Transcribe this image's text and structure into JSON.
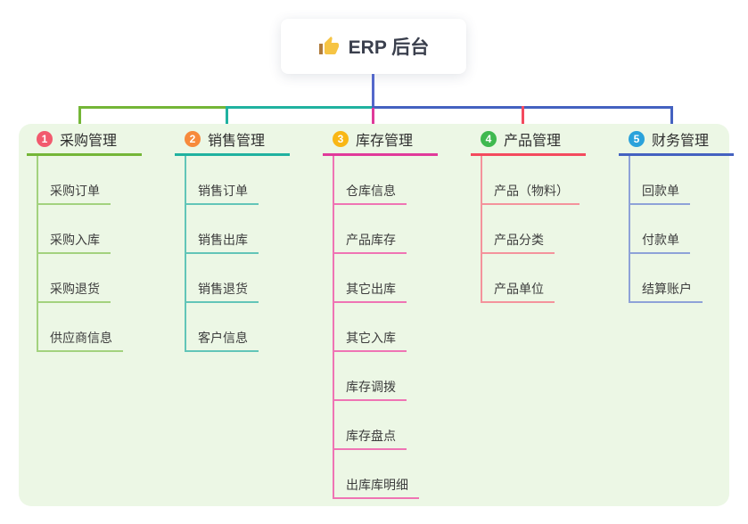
{
  "root": {
    "label": "ERP 后台",
    "icon": "thumbs-up-icon",
    "icon_color": "#f6c444",
    "icon_cuff_color": "#b07b3c"
  },
  "canvas": {
    "background": "#ffffff",
    "panel_background": "#ecf7e5"
  },
  "connector": {
    "trunk_color": "#5468cb"
  },
  "branches": [
    {
      "index": "1",
      "label": "采购管理",
      "badge_color": "#f25a6e",
      "line_color": "#74b637",
      "child_line_color": "#a3d27e",
      "items": [
        "采购订单",
        "采购入库",
        "采购退货",
        "供应商信息"
      ]
    },
    {
      "index": "2",
      "label": "销售管理",
      "badge_color": "#f78a3c",
      "line_color": "#20b2a0",
      "child_line_color": "#62c5b8",
      "items": [
        "销售订单",
        "销售出库",
        "销售退货",
        "客户信息"
      ]
    },
    {
      "index": "3",
      "label": "库存管理",
      "badge_color": "#f9b715",
      "line_color": "#e03a9a",
      "child_line_color": "#ef74b4",
      "items": [
        "仓库信息",
        "产品库存",
        "其它出库",
        "其它入库",
        "库存调拨",
        "库存盘点",
        "出库库明细"
      ]
    },
    {
      "index": "4",
      "label": "产品管理",
      "badge_color": "#3fb94f",
      "line_color": "#f44a5e",
      "child_line_color": "#f4939c",
      "items": [
        "产品（物料）",
        "产品分类",
        "产品单位"
      ]
    },
    {
      "index": "5",
      "label": "财务管理",
      "badge_color": "#2aa2db",
      "line_color": "#4462c0",
      "child_line_color": "#8ea2d8",
      "items": [
        "回款单",
        "付款单",
        "结算账户"
      ]
    }
  ]
}
